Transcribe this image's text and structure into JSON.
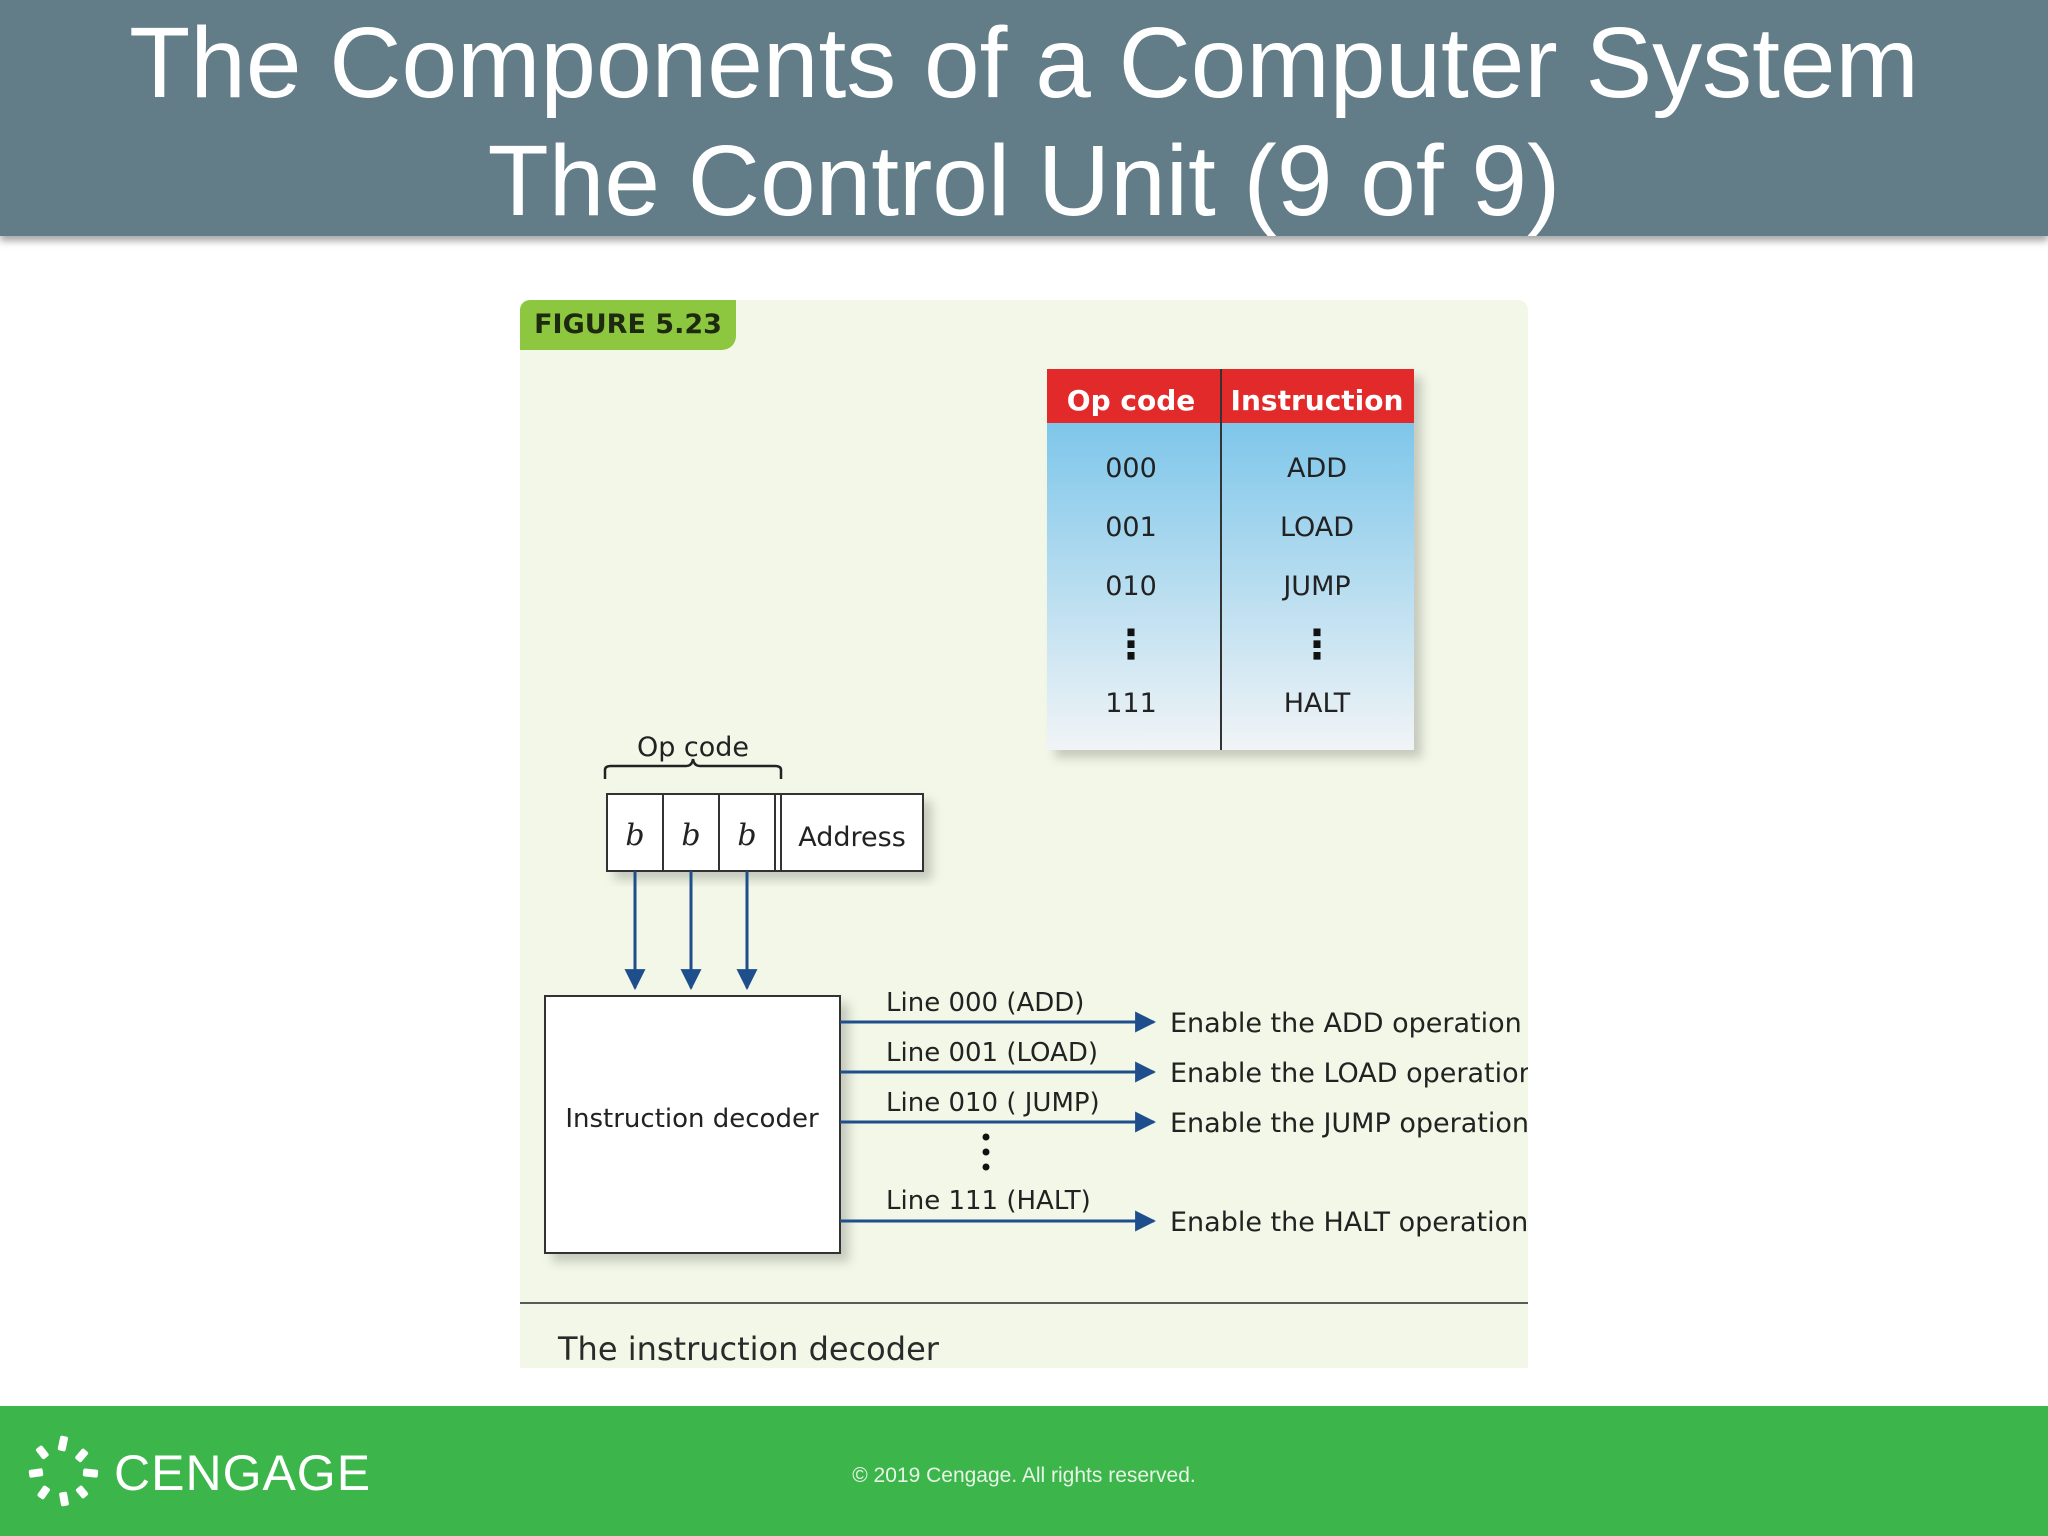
{
  "slide": {
    "title_line1": "The Components of a Computer System",
    "title_line2": "The Control Unit (9 of 9)"
  },
  "figure": {
    "label": "FIGURE 5.23",
    "caption": "The instruction decoder",
    "opcode_table": {
      "headers": [
        "Op code",
        "Instruction"
      ],
      "rows": [
        [
          "000",
          "ADD"
        ],
        [
          "001",
          "LOAD"
        ],
        [
          "010",
          "JUMP"
        ],
        [
          "⋮",
          "⋮"
        ],
        [
          "111",
          "HALT"
        ]
      ]
    },
    "instruction_register": {
      "brace_label": "Op code",
      "bits": [
        "b",
        "b",
        "b"
      ],
      "address_label": "Address"
    },
    "decoder": {
      "label": "Instruction decoder",
      "lines": [
        {
          "line": "Line 000 (ADD)",
          "action": "Enable the ADD operation"
        },
        {
          "line": "Line 001 (LOAD)",
          "action": "Enable the LOAD operation"
        },
        {
          "line": "Line 010 ( JUMP)",
          "action": "Enable the JUMP operation"
        },
        {
          "line": "Line 111 (HALT)",
          "action": "Enable the HALT operation"
        }
      ]
    }
  },
  "footer": {
    "brand": "CENGAGE",
    "copyright": "© 2019 Cengage. All rights reserved."
  },
  "colors": {
    "header_bg": "#627d87",
    "footer_bg": "#3cb64a",
    "figure_bg": "#f2f7e7",
    "figure_label_bg": "#8dc63f",
    "table_header_bg": "#e22a2a",
    "arrow": "#1f4e8c"
  }
}
